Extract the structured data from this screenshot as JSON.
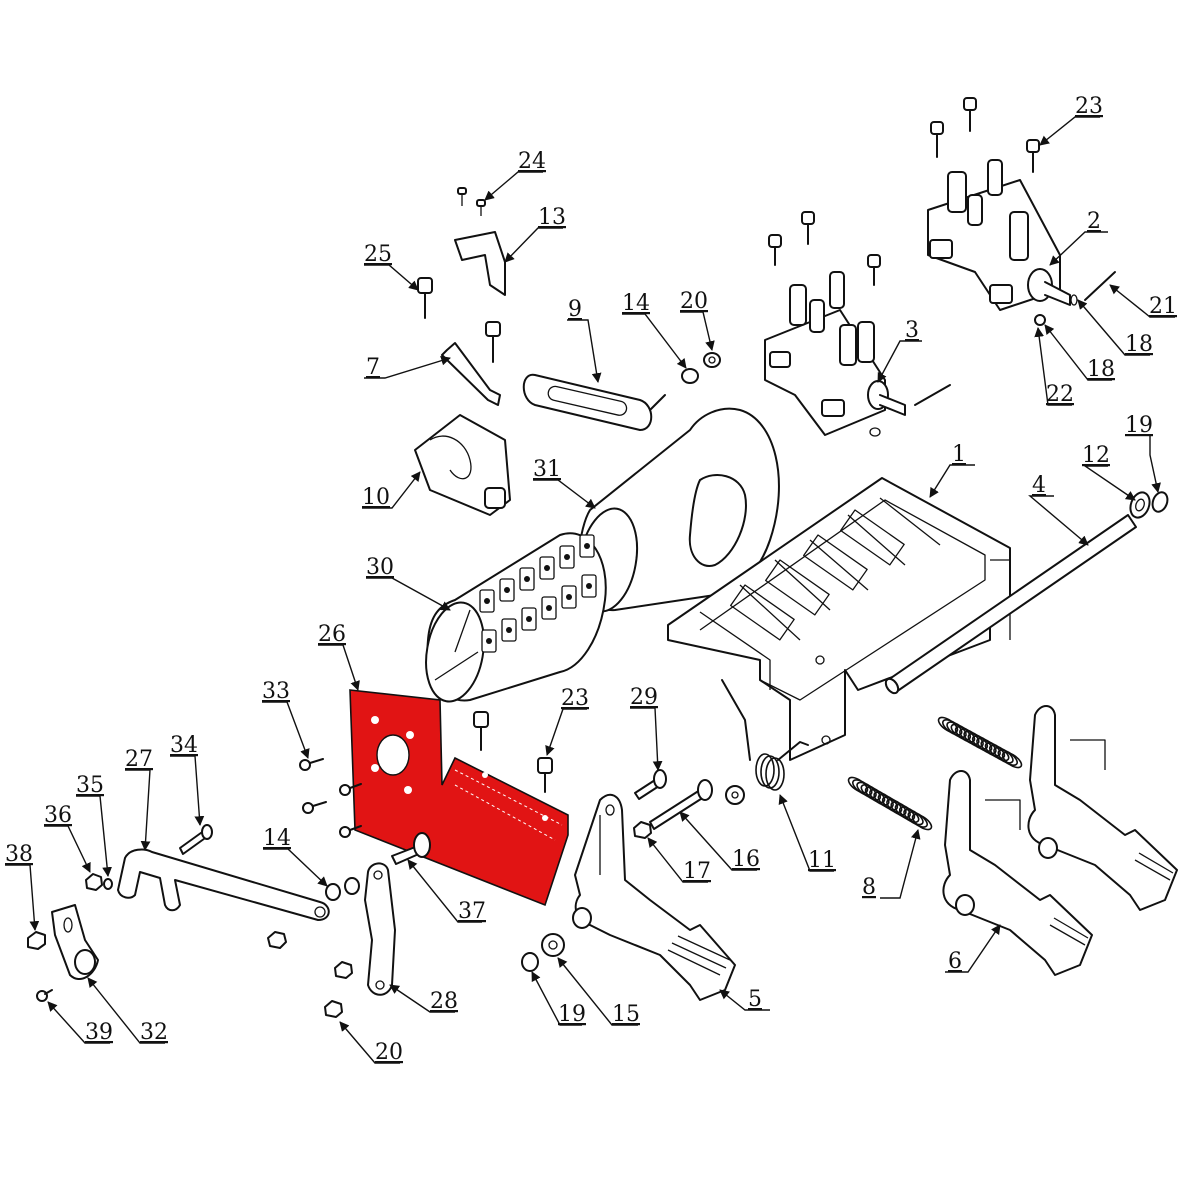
{
  "colors": {
    "highlight": "#e11414",
    "line": "#111111",
    "background": "#ffffff"
  },
  "callouts": [
    {
      "id": "c1",
      "label": "1"
    },
    {
      "id": "c2",
      "label": "2"
    },
    {
      "id": "c3",
      "label": "3"
    },
    {
      "id": "c4",
      "label": "4"
    },
    {
      "id": "c5",
      "label": "5"
    },
    {
      "id": "c6",
      "label": "6"
    },
    {
      "id": "c7",
      "label": "7"
    },
    {
      "id": "c8",
      "label": "8"
    },
    {
      "id": "c9",
      "label": "9"
    },
    {
      "id": "c10",
      "label": "10"
    },
    {
      "id": "c11",
      "label": "11"
    },
    {
      "id": "c12",
      "label": "12"
    },
    {
      "id": "c13",
      "label": "13"
    },
    {
      "id": "c14a",
      "label": "14"
    },
    {
      "id": "c14b",
      "label": "14"
    },
    {
      "id": "c15",
      "label": "15"
    },
    {
      "id": "c16",
      "label": "16"
    },
    {
      "id": "c17",
      "label": "17"
    },
    {
      "id": "c18a",
      "label": "18"
    },
    {
      "id": "c18b",
      "label": "18"
    },
    {
      "id": "c19a",
      "label": "19"
    },
    {
      "id": "c19b",
      "label": "19"
    },
    {
      "id": "c20a",
      "label": "20"
    },
    {
      "id": "c20b",
      "label": "20"
    },
    {
      "id": "c21",
      "label": "21"
    },
    {
      "id": "c22",
      "label": "22"
    },
    {
      "id": "c23a",
      "label": "23"
    },
    {
      "id": "c23b",
      "label": "23"
    },
    {
      "id": "c24",
      "label": "24"
    },
    {
      "id": "c25",
      "label": "25"
    },
    {
      "id": "c26",
      "label": "26"
    },
    {
      "id": "c27",
      "label": "27"
    },
    {
      "id": "c28",
      "label": "28"
    },
    {
      "id": "c29",
      "label": "29"
    },
    {
      "id": "c30",
      "label": "30"
    },
    {
      "id": "c31",
      "label": "31"
    },
    {
      "id": "c32",
      "label": "32"
    },
    {
      "id": "c33",
      "label": "33"
    },
    {
      "id": "c34",
      "label": "34"
    },
    {
      "id": "c35",
      "label": "35"
    },
    {
      "id": "c36",
      "label": "36"
    },
    {
      "id": "c37",
      "label": "37"
    },
    {
      "id": "c38",
      "label": "38"
    },
    {
      "id": "c39",
      "label": "39"
    }
  ]
}
